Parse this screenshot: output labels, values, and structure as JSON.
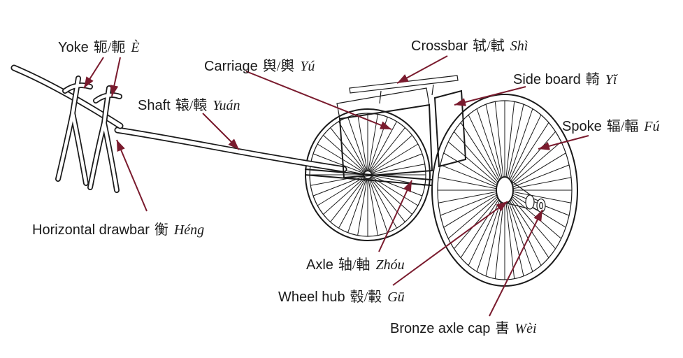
{
  "figure": {
    "description": "Labeled line drawing of an ancient Chinese two-wheeled chariot, side view, with parts annotated in English, Chinese characters (simplified/traditional) and pinyin"
  },
  "colors": {
    "arrow": "#7a1b2e",
    "ink": "#1a1a1a",
    "background": "#ffffff"
  },
  "labels": {
    "yoke": {
      "en": "Yoke",
      "zh": "轭/軛",
      "pinyin": "È"
    },
    "carriage": {
      "en": "Carriage",
      "zh": "舆/輿",
      "pinyin": "Yú"
    },
    "crossbar": {
      "en": "Crossbar",
      "zh": "轼/軾",
      "pinyin": "Shì"
    },
    "side_board": {
      "en": "Side board",
      "zh": "輢",
      "pinyin": "Yǐ"
    },
    "shaft": {
      "en": "Shaft",
      "zh": "辕/轅",
      "pinyin": "Yuán"
    },
    "spoke": {
      "en": "Spoke",
      "zh": "辐/輻",
      "pinyin": "Fú"
    },
    "horizontal_drawbar": {
      "en": "Horizontal drawbar",
      "zh": "衡",
      "pinyin": "Héng"
    },
    "axle": {
      "en": "Axle",
      "zh": "轴/軸",
      "pinyin": "Zhóu"
    },
    "wheel_hub": {
      "en": "Wheel hub",
      "zh": "毂/轂",
      "pinyin": "Gū"
    },
    "bronze_axle_cap": {
      "en": "Bronze axle cap",
      "zh": "軎",
      "pinyin": "Wèi"
    }
  }
}
